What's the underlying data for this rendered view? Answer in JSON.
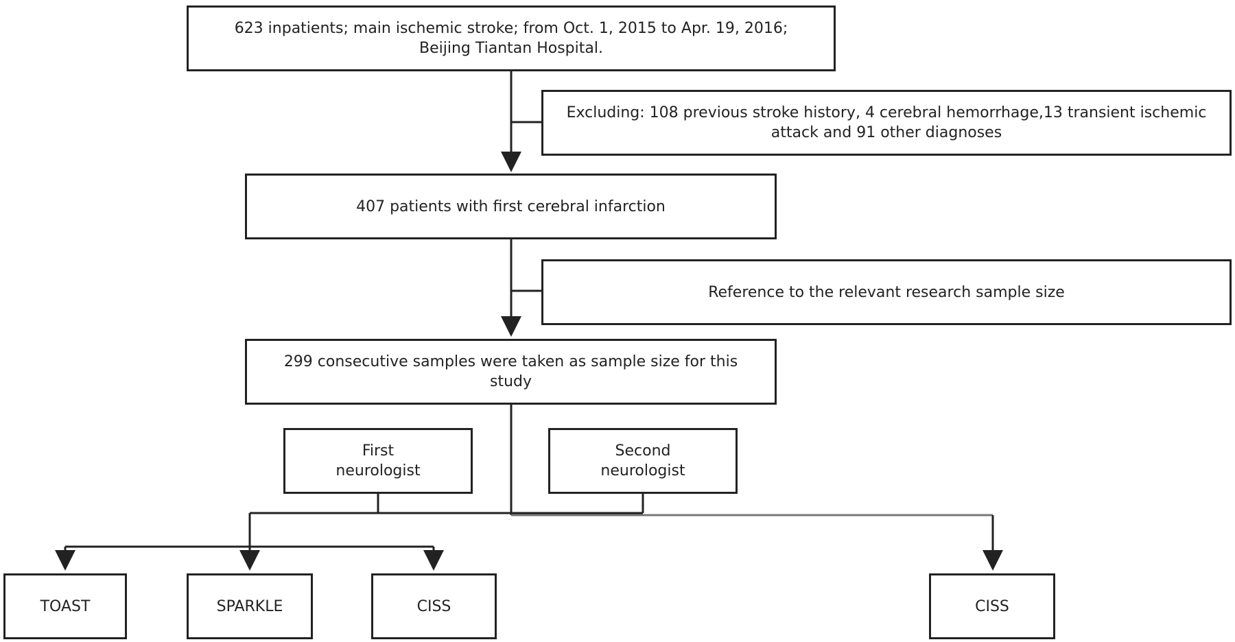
{
  "flowchart": {
    "source": {
      "line1": "623 inpatients; main ischemic stroke; from Oct. 1, 2015 to Apr. 19, 2016;",
      "line2": "Beijing Tiantan Hospital."
    },
    "exclusion": {
      "line1": "Excluding: 108 previous stroke history, 4 cerebral hemorrhage,13 transient ischemic",
      "line2": "attack and 91 other diagnoses"
    },
    "first_infarction": "407 patients with first cerebral infarction",
    "reference": "Reference to the relevant research sample size",
    "sample": {
      "line1": "299 consecutive samples were taken as sample size for this",
      "line2": "study"
    },
    "first_neurologist": {
      "line1": "First",
      "line2": "neurologist"
    },
    "second_neurologist": {
      "line1": "Second",
      "line2": "neurologist"
    },
    "outcomes": {
      "toast": "TOAST",
      "sparkle": "SPARKLE",
      "ciss_first": "CISS",
      "ciss_second": "CISS"
    }
  }
}
